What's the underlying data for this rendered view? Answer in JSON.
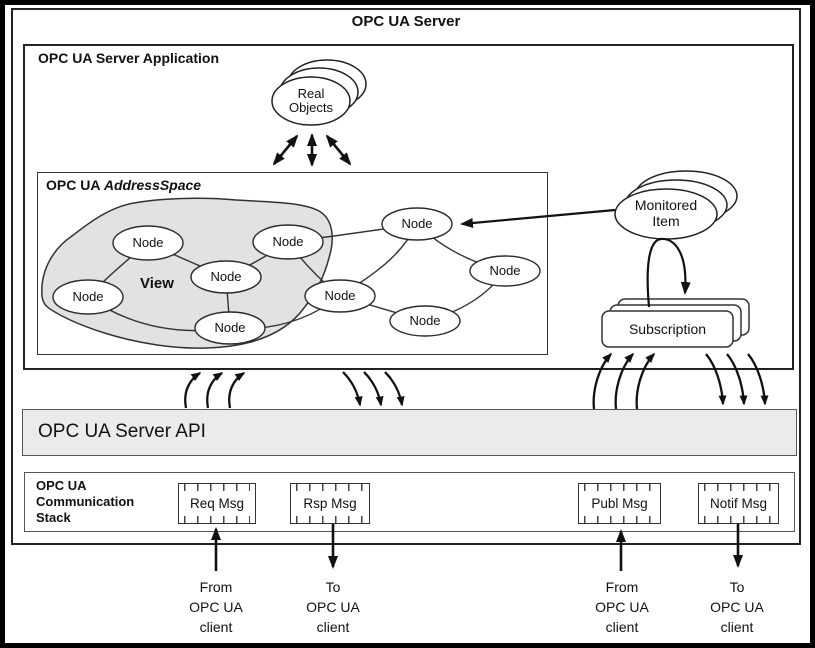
{
  "diagram": {
    "title": "OPC UA Server",
    "application": {
      "label": "OPC UA Server Application",
      "real_objects": {
        "label": "Real\nObjects"
      },
      "address_space": {
        "label_prefix": "OPC UA ",
        "label_italic": "AddressSpace",
        "view_label": "View",
        "nodes": [
          {
            "id": "n1",
            "label": "Node",
            "in_view": true
          },
          {
            "id": "n2",
            "label": "Node",
            "in_view": true
          },
          {
            "id": "n3",
            "label": "Node",
            "in_view": true
          },
          {
            "id": "n4",
            "label": "Node",
            "in_view": true
          },
          {
            "id": "n5",
            "label": "Node",
            "in_view": true
          },
          {
            "id": "n6",
            "label": "Node",
            "in_view": false
          },
          {
            "id": "n7",
            "label": "Node",
            "in_view": false
          },
          {
            "id": "n8",
            "label": "Node",
            "in_view": false
          },
          {
            "id": "n9",
            "label": "Node",
            "in_view": false
          }
        ],
        "edges": [
          "n1-n3",
          "n1-n4",
          "n2-n3",
          "n2-n6",
          "n2-n7",
          "n3-n5",
          "n4-n5",
          "n6-n5",
          "n6-n9",
          "n7-n6",
          "n7-n8",
          "n8-n9"
        ]
      },
      "monitored_item": {
        "label": "Monitored\nItem",
        "points_to_node": "n7"
      },
      "subscription": {
        "label": "Subscription"
      }
    },
    "api_bar": {
      "label": "OPC UA Server API"
    },
    "communication_stack": {
      "label": "OPC UA\nCommunication\nStack",
      "messages": [
        {
          "label": "Req Msg",
          "direction": "from-client"
        },
        {
          "label": "Rsp Msg",
          "direction": "to-client"
        },
        {
          "label": "Publ Msg",
          "direction": "from-client"
        },
        {
          "label": "Notif Msg",
          "direction": "to-client"
        }
      ]
    },
    "clients": [
      {
        "label": "From\nOPC UA\nclient"
      },
      {
        "label": "To\nOPC UA\nclient"
      },
      {
        "label": "From\nOPC UA\nclient"
      },
      {
        "label": "To\nOPC UA\nclient"
      }
    ],
    "colors": {
      "view_fill": "#e2e2e2",
      "api_fill": "#ebebeb",
      "line": "#111111"
    }
  }
}
